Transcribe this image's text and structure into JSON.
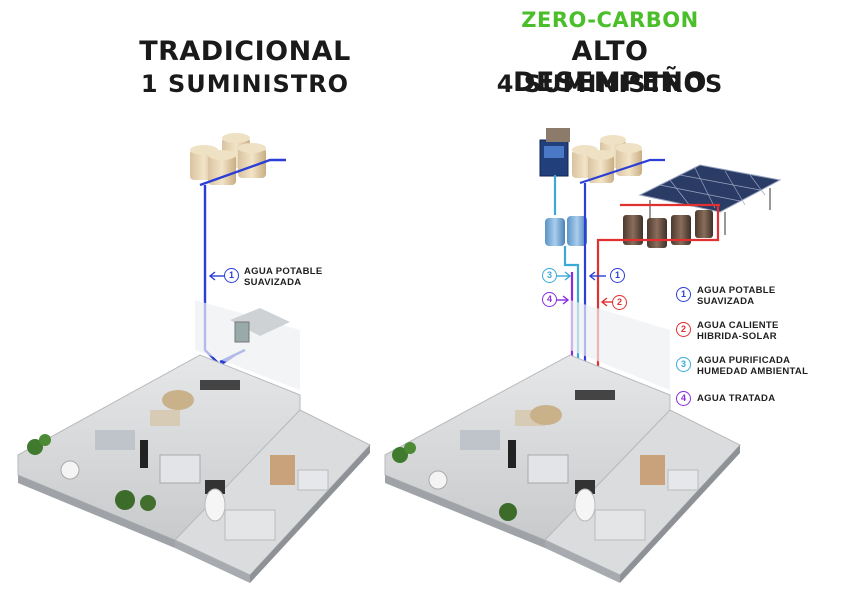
{
  "left": {
    "title": "TRADICIONAL",
    "subtitle": "1   SUMINISTRO",
    "supply_label": {
      "number": "1",
      "line1": "AGUA POTABLE",
      "line2": "SUAVIZADA",
      "color": "#2b3fd6"
    }
  },
  "right": {
    "tag": "ZERO-CARBON",
    "title": "ALTO DESEMPEÑO",
    "subtitle": "4   SUMINISTROS",
    "pipe_numbers": [
      "3",
      "1",
      "4",
      "2"
    ],
    "legend": [
      {
        "number": "1",
        "line1": "AGUA POTABLE",
        "line2": "SUAVIZADA",
        "color": "#2b3fd6"
      },
      {
        "number": "2",
        "line1": "AGUA CALIENTE",
        "line2": "HIBRIDA-SOLAR",
        "color": "#e03030"
      },
      {
        "number": "3",
        "line1": "AGUA PURIFICADA",
        "line2": "HUMEDAD AMBIENTAL",
        "color": "#3aa9d8"
      },
      {
        "number": "4",
        "line1": "AGUA TRATADA",
        "line2": "",
        "color": "#8a2be2"
      }
    ]
  },
  "colors": {
    "potable": "#2b3fd6",
    "hot": "#e03030",
    "purified": "#3aa9d8",
    "treated": "#8a2be2",
    "accent_green": "#4bbf2a"
  },
  "icons": [
    "water-tank-icon",
    "solar-panel-icon",
    "atmospheric-water-generator-icon",
    "isometric-apartment-icon"
  ]
}
